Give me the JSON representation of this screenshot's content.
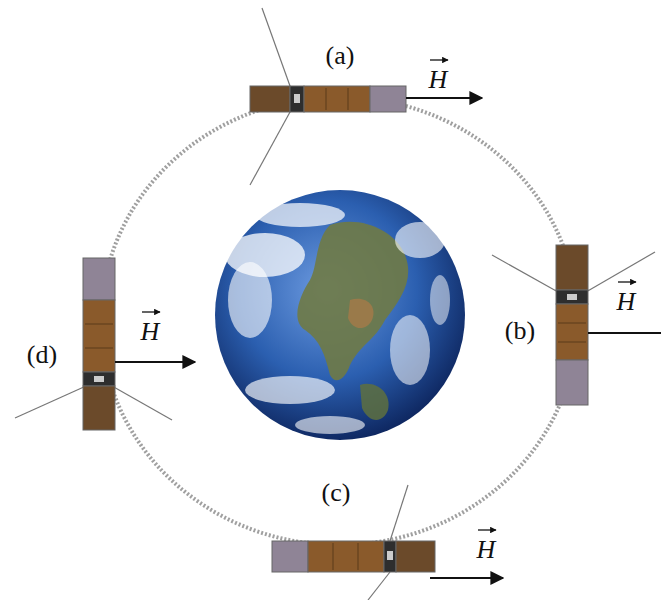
{
  "diagram": {
    "labels": [
      "(a)",
      "H",
      "(b)",
      "H",
      "(c)",
      "H",
      "(d)",
      "H"
    ]
  }
}
